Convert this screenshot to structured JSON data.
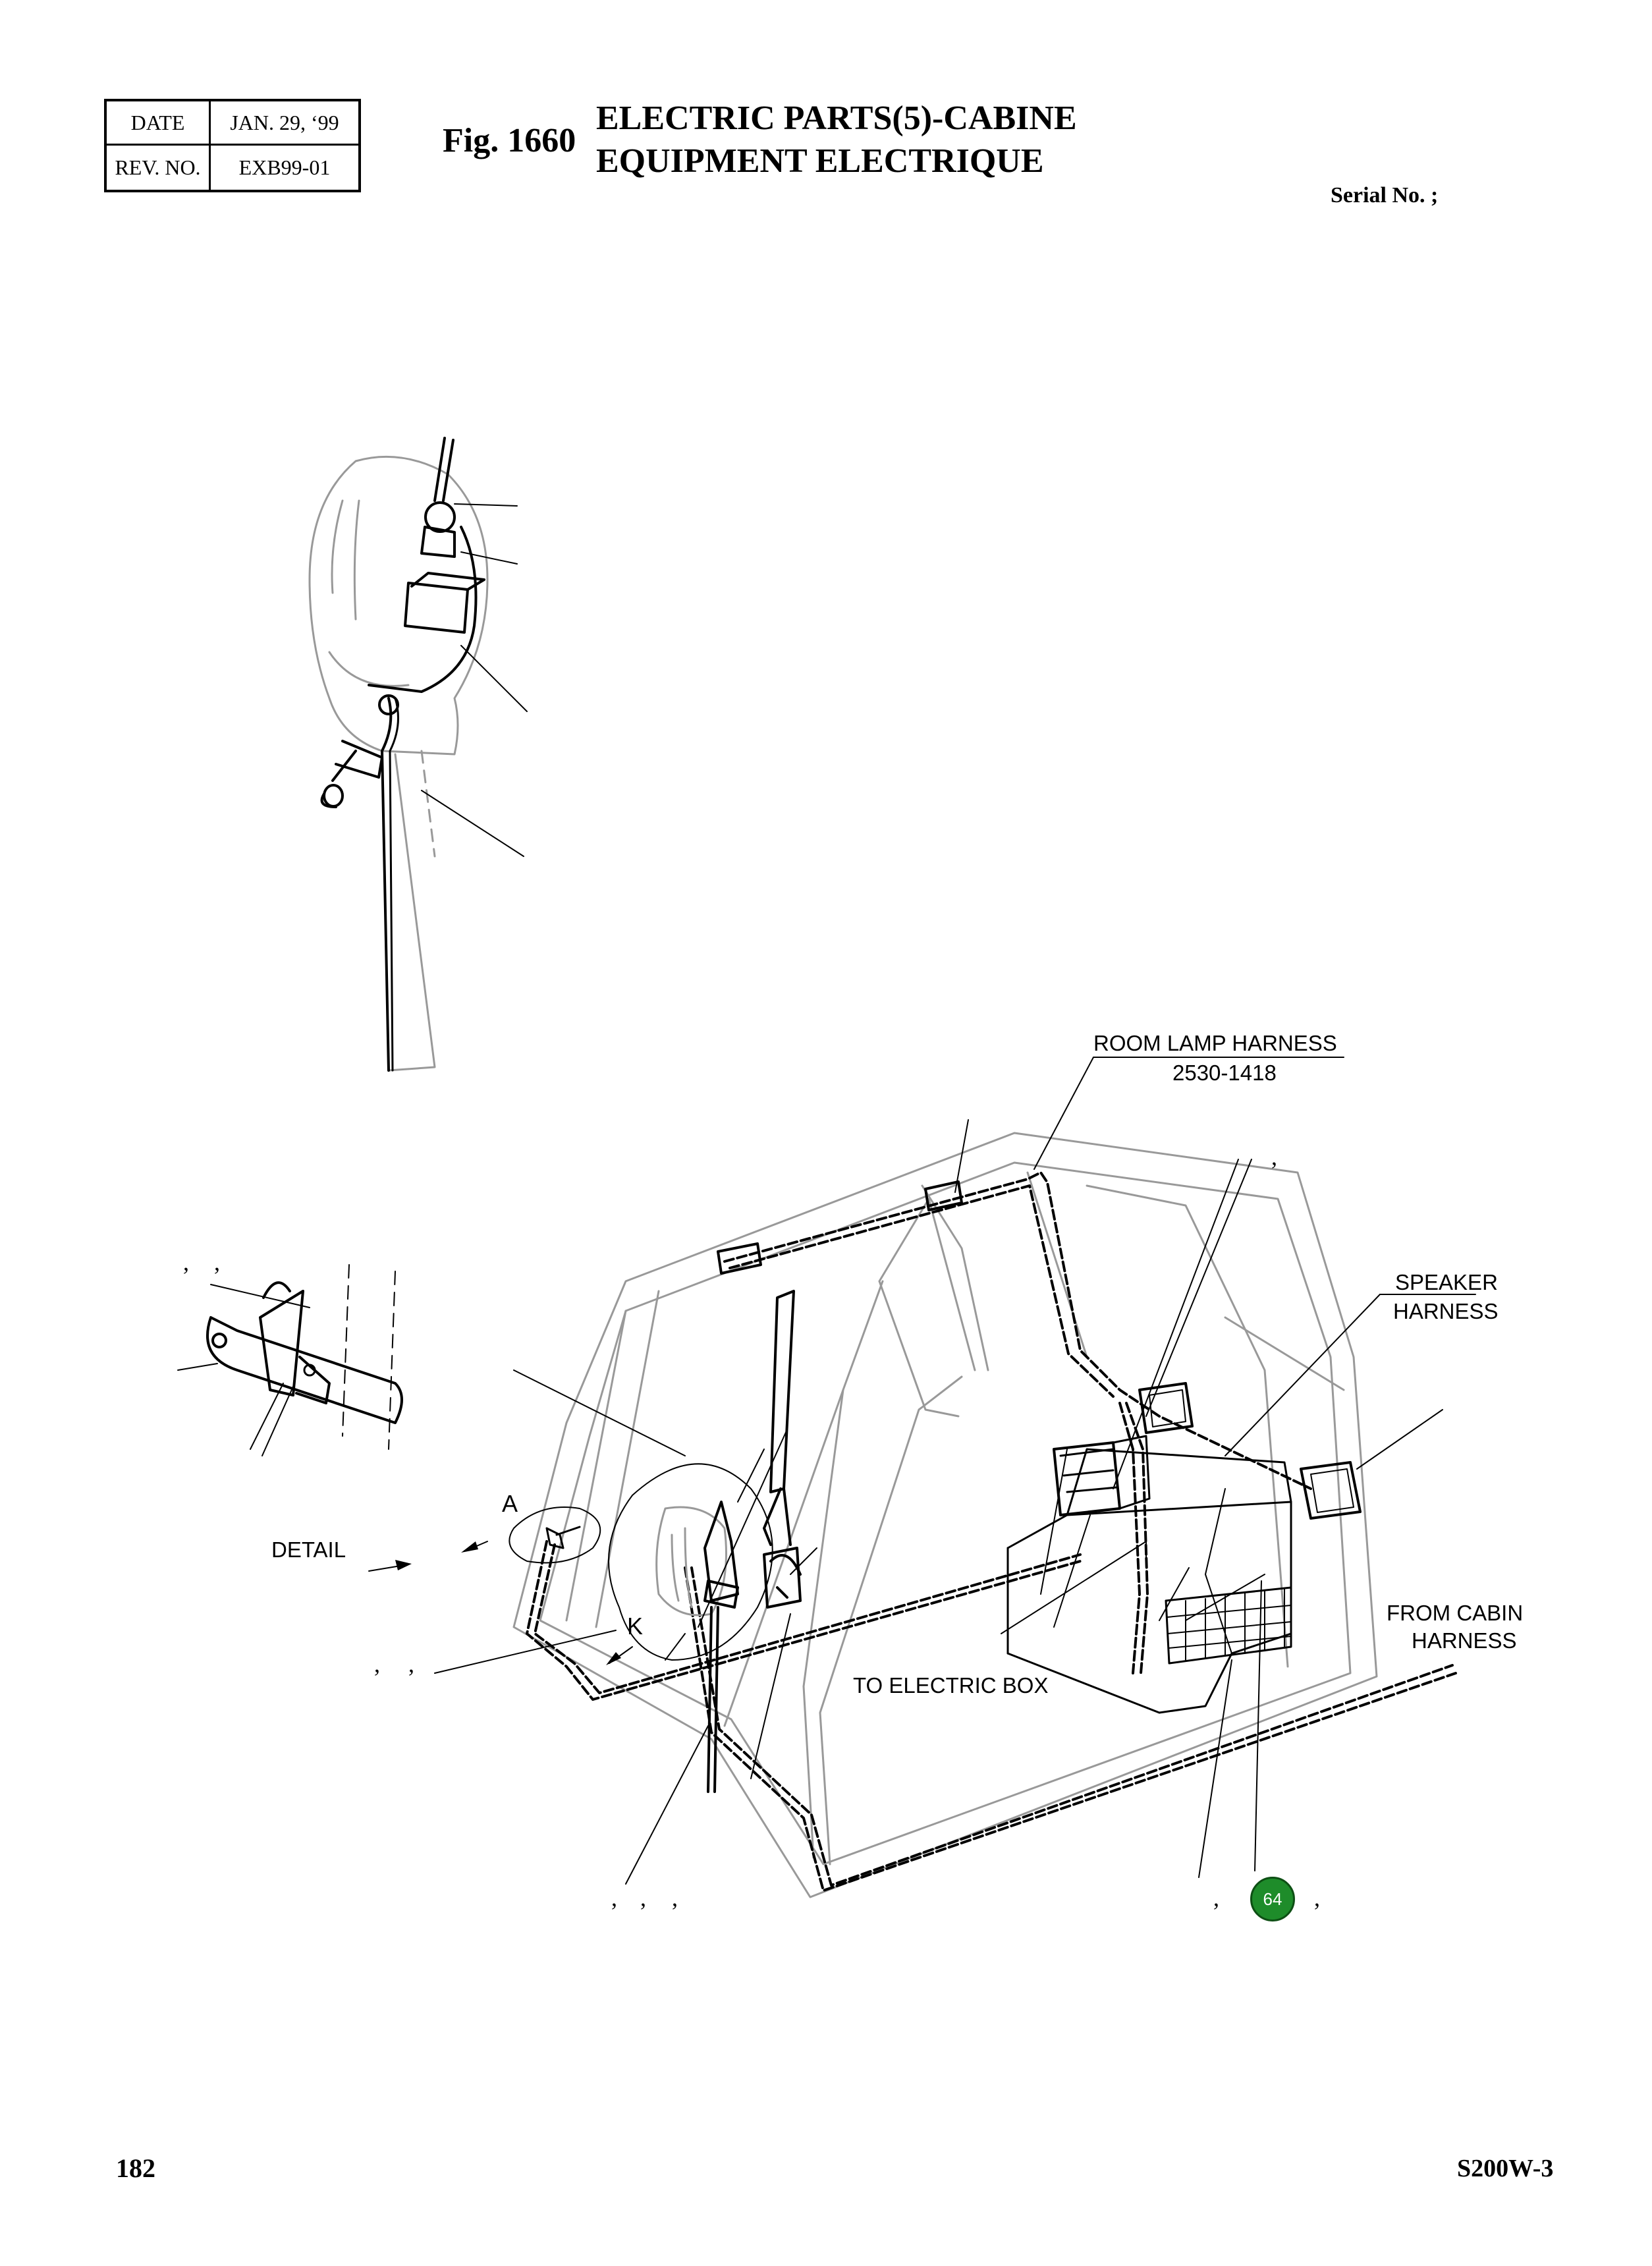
{
  "header": {
    "date_label": "DATE",
    "date_value": "JAN. 29, ‘99",
    "rev_label": "REV. NO.",
    "rev_value": "EXB99-01",
    "fig_number": "Fig. 1660",
    "title_en": "ELECTRIC PARTS(5)-CABINE",
    "title_fr": "EQUIPMENT ELECTRIQUE",
    "serial": "Serial No. ;"
  },
  "callouts": {
    "room_lamp_harness": "ROOM LAMP HARNESS",
    "room_lamp_part_no": "2530-1418",
    "speaker_harness_1": "SPEAKER",
    "speaker_harness_2": "HARNESS",
    "from_cabin_1": "FROM CABIN",
    "from_cabin_2": "HARNESS",
    "to_electric_box": "TO ELECTRIC BOX",
    "detail": "DETAIL",
    "detail_a": "A",
    "detail_k": "K"
  },
  "badge": {
    "value": "64",
    "color": "#1e8c2a"
  },
  "footer": {
    "page_number": "182",
    "model_code": "S200W-3"
  }
}
